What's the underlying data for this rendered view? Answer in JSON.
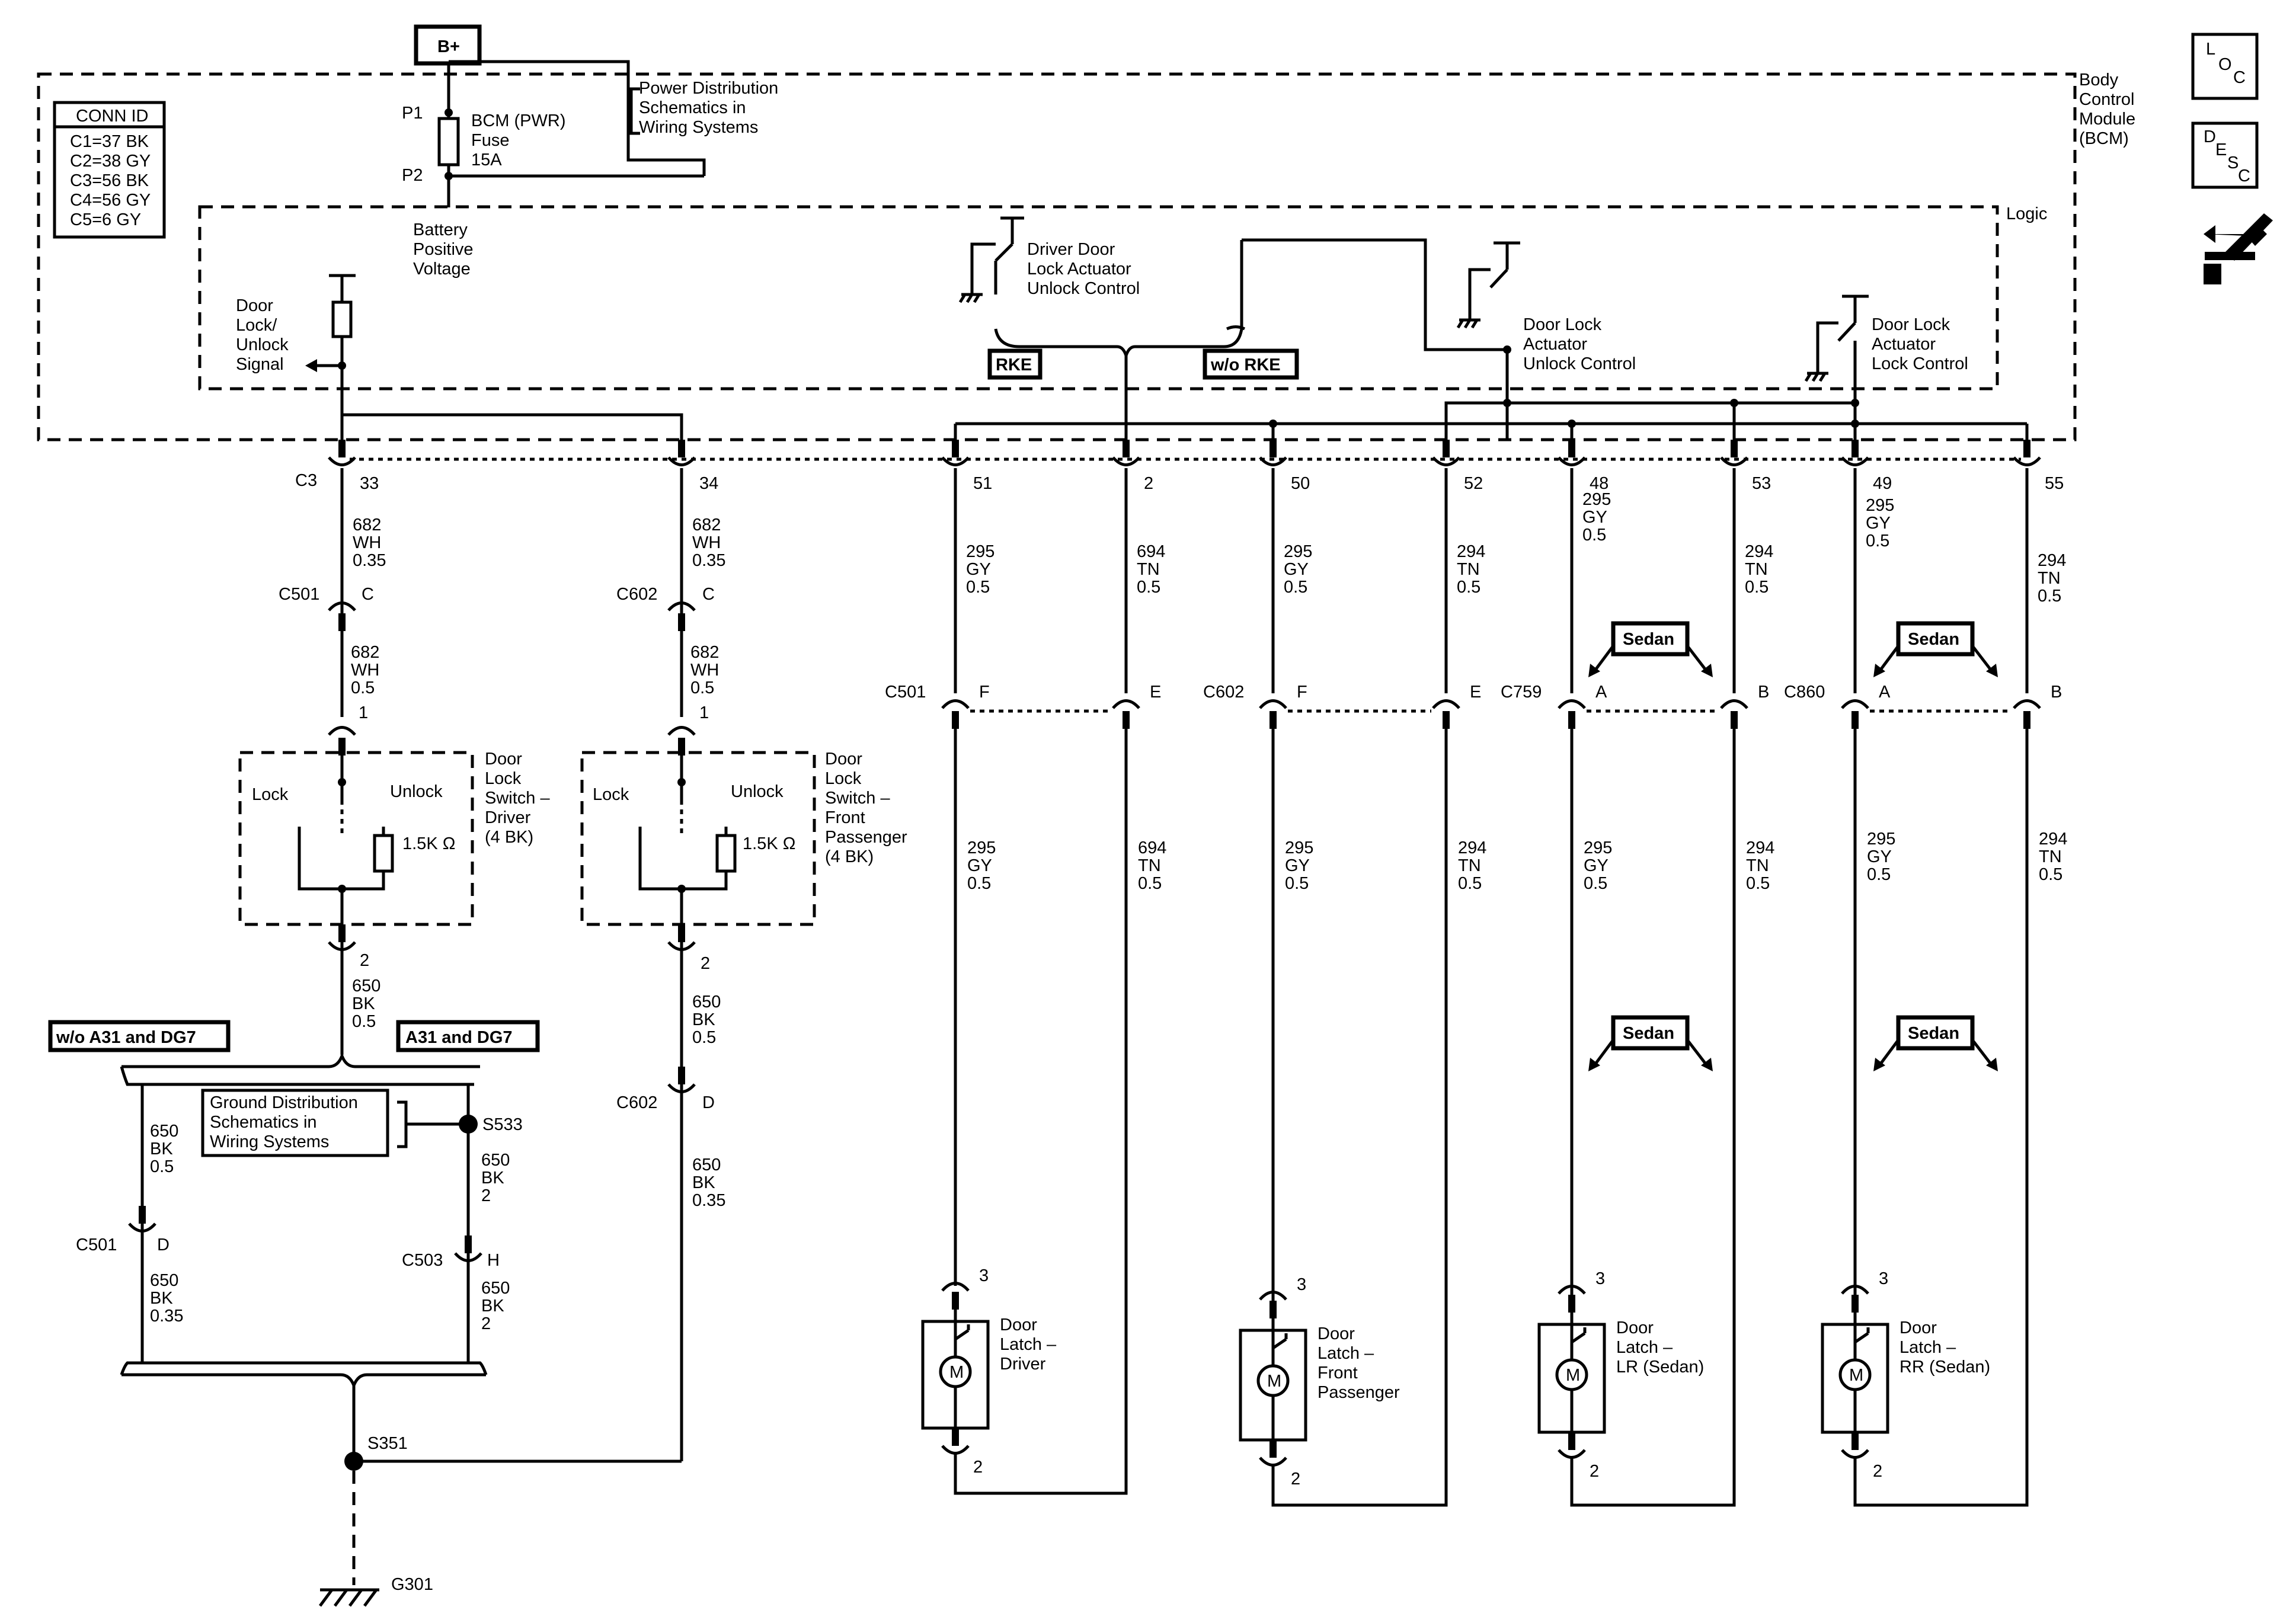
{
  "bplus": "B+",
  "conn_id": {
    "title": "CONN ID",
    "rows": [
      "C1=37 BK",
      "C2=38 GY",
      "C3=56 BK",
      "C4=56 GY",
      "C5=6 GY"
    ]
  },
  "bcm": {
    "label_lines": [
      "Body",
      "Control",
      "Module",
      "(BCM)"
    ],
    "logic": "Logic"
  },
  "fuse": {
    "p1": "P1",
    "p2": "P2",
    "lines": [
      "BCM (PWR)",
      "Fuse",
      "15A"
    ]
  },
  "power_ref": [
    "Power Distribution",
    "Schematics in",
    "Wiring Systems"
  ],
  "battery": [
    "Battery",
    "Positive",
    "Voltage"
  ],
  "door_lock_signal": [
    "Door",
    "Lock/",
    "Unlock",
    "Signal"
  ],
  "driver_unlock_control": [
    "Driver Door",
    "Lock Actuator",
    "Unlock Control"
  ],
  "rke": "RKE",
  "wo_rke": "w/o RKE",
  "unlock_control": [
    "Door Lock",
    "Actuator",
    "Unlock Control"
  ],
  "lock_control": [
    "Door Lock",
    "Actuator",
    "Lock Control"
  ],
  "bcm_connector": "C3",
  "pins": [
    {
      "id": "p33",
      "pin": "33",
      "wire": [
        "682",
        "WH",
        "0.35"
      ]
    },
    {
      "id": "p34",
      "pin": "34",
      "wire": [
        "682",
        "WH",
        "0.35"
      ]
    },
    {
      "id": "p51",
      "pin": "51",
      "wire": [
        "295",
        "GY",
        "0.5"
      ]
    },
    {
      "id": "p2",
      "pin": "2",
      "wire": [
        "694",
        "TN",
        "0.5"
      ]
    },
    {
      "id": "p50",
      "pin": "50",
      "wire": [
        "295",
        "GY",
        "0.5"
      ]
    },
    {
      "id": "p52",
      "pin": "52",
      "wire": [
        "294",
        "TN",
        "0.5"
      ]
    },
    {
      "id": "p48",
      "pin": "48",
      "wire": [
        "295",
        "GY",
        "0.5"
      ]
    },
    {
      "id": "p53",
      "pin": "53",
      "wire": [
        "294",
        "TN",
        "0.5"
      ]
    },
    {
      "id": "p49",
      "pin": "49",
      "wire": [
        "295",
        "GY",
        "0.5"
      ]
    },
    {
      "id": "p55",
      "pin": "55",
      "wire": [
        "294",
        "TN",
        "0.5"
      ]
    }
  ],
  "driver_switch_path": {
    "c501": "C501",
    "c501_pin": "C",
    "wire2": [
      "682",
      "WH",
      "0.5"
    ],
    "sw_pin_in": "1",
    "switch_lines": [
      "Door",
      "Lock",
      "Switch –",
      "Driver",
      "(4 BK)"
    ],
    "lock": "Lock",
    "unlock": "Unlock",
    "resistor": "1.5K Ω",
    "sw_pin_out": "2",
    "wire3": [
      "650",
      "BK",
      "0.5"
    ]
  },
  "passenger_switch_path": {
    "c602": "C602",
    "c602_pin": "C",
    "wire2": [
      "682",
      "WH",
      "0.5"
    ],
    "sw_pin_in": "1",
    "switch_lines": [
      "Door",
      "Lock",
      "Switch –",
      "Front",
      "Passenger",
      "(4 BK)"
    ],
    "lock": "Lock",
    "unlock": "Unlock",
    "resistor": "1.5K Ω",
    "sw_pin_out": "2",
    "wire3": [
      "650",
      "BK",
      "0.5"
    ],
    "c602b": "C602",
    "c602b_pin": "D",
    "wire4": [
      "650",
      "BK",
      "0.35"
    ]
  },
  "options": {
    "without": "w/o A31 and DG7",
    "with": "A31 and DG7"
  },
  "ground_ref": [
    "Ground Distribution",
    "Schematics in",
    "Wiring Systems"
  ],
  "left_ground": {
    "wire_a": [
      "650",
      "BK",
      "0.5"
    ],
    "c501": "C501",
    "c501_pin": "D",
    "wire_b": [
      "650",
      "BK",
      "0.35"
    ]
  },
  "right_ground": {
    "s533": "S533",
    "wire_a": [
      "650",
      "BK",
      "2"
    ],
    "c503": "C503",
    "c503_pin": "H",
    "wire_b": [
      "650",
      "BK",
      "2"
    ]
  },
  "s351": "S351",
  "g301": "G301",
  "mid_connectors": [
    {
      "name": "C501",
      "pins": [
        "F",
        "E"
      ]
    },
    {
      "name": "C602",
      "pins": [
        "F",
        "E"
      ]
    },
    {
      "name": "C759",
      "pins": [
        "A",
        "B"
      ]
    },
    {
      "name": "C860",
      "pins": [
        "A",
        "B"
      ]
    }
  ],
  "sedan": "Sedan",
  "lower_wires": [
    [
      "295",
      "GY",
      "0.5"
    ],
    [
      "694",
      "TN",
      "0.5"
    ],
    [
      "295",
      "GY",
      "0.5"
    ],
    [
      "294",
      "TN",
      "0.5"
    ],
    [
      "295",
      "GY",
      "0.5"
    ],
    [
      "294",
      "TN",
      "0.5"
    ],
    [
      "295",
      "GY",
      "0.5"
    ],
    [
      "294",
      "TN",
      "0.5"
    ]
  ],
  "latches": [
    {
      "lines": [
        "Door",
        "Latch –",
        "Driver"
      ],
      "pin_top": "3",
      "pin_bottom": "2",
      "motor": "M"
    },
    {
      "lines": [
        "Door",
        "Latch –",
        "Front",
        "Passenger"
      ],
      "pin_top": "3",
      "pin_bottom": "2",
      "motor": "M"
    },
    {
      "lines": [
        "Door",
        "Latch –",
        "LR (Sedan)"
      ],
      "pin_top": "3",
      "pin_bottom": "2",
      "motor": "M"
    },
    {
      "lines": [
        "Door",
        "Latch –",
        "RR (Sedan)"
      ],
      "pin_top": "3",
      "pin_bottom": "2",
      "motor": "M"
    }
  ],
  "side_icons": {
    "loc": [
      "L",
      "O",
      "C"
    ],
    "desc": [
      "D",
      "E",
      "S",
      "C"
    ]
  }
}
